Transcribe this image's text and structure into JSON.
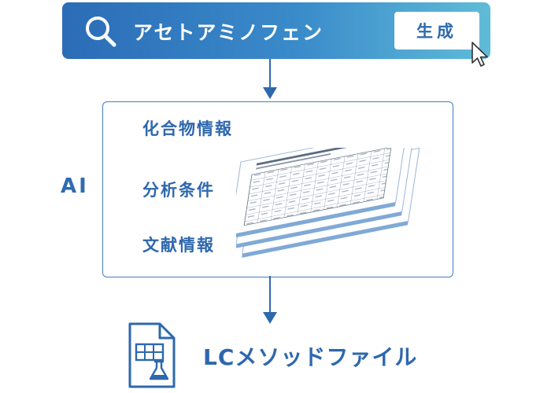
{
  "search": {
    "query": "アセトアミノフェン",
    "button_label": "生成"
  },
  "ai_box": {
    "label": "AI",
    "items": [
      "化合物情報",
      "分析条件",
      "文献情報"
    ]
  },
  "output": {
    "label": "LCメソッドファイル"
  },
  "colors": {
    "primary": "#2e68ad",
    "gradient_start": "#2b6cb7",
    "gradient_end": "#5fbcd8"
  }
}
